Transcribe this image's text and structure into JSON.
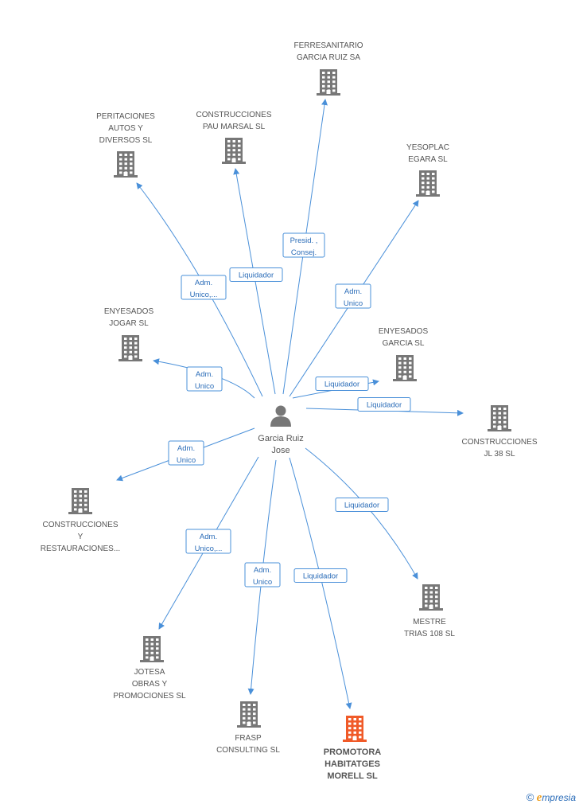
{
  "colors": {
    "edge": "#4a90d9",
    "building": "#777777",
    "building_highlight": "#f05a28",
    "person": "#777777"
  },
  "person": {
    "lines": [
      "Garcia Ruiz",
      "Jose"
    ],
    "icon": "person-icon"
  },
  "companies": [
    {
      "id": "ferresanitario",
      "lines": [
        "FERRESANITARIO",
        "GARCIA RUIZ SA"
      ]
    },
    {
      "id": "peritaciones",
      "lines": [
        "PERITACIONES",
        "AUTOS Y",
        "DIVERSOS  SL"
      ]
    },
    {
      "id": "pau-marsal",
      "lines": [
        "CONSTRUCCIONES",
        "PAU MARSAL SL"
      ]
    },
    {
      "id": "yesoplac",
      "lines": [
        "YESOPLAC",
        "EGARA SL"
      ]
    },
    {
      "id": "enyesados-jogar",
      "lines": [
        "ENYESADOS",
        "JOGAR SL"
      ]
    },
    {
      "id": "enyesados-garcia",
      "lines": [
        "ENYESADOS",
        "GARCIA SL"
      ]
    },
    {
      "id": "jl38",
      "lines": [
        "CONSTRUCCIONES",
        "JL 38 SL"
      ]
    },
    {
      "id": "restauraciones",
      "lines": [
        "CONSTRUCCIONES",
        "Y",
        "RESTAURACIONES..."
      ]
    },
    {
      "id": "mestre",
      "lines": [
        "MESTRE",
        "TRIAS 108 SL"
      ]
    },
    {
      "id": "jotesa",
      "lines": [
        "JOTESA",
        "OBRAS Y",
        "PROMOCIONES SL"
      ]
    },
    {
      "id": "frasp",
      "lines": [
        "FRASP",
        "CONSULTING SL"
      ]
    },
    {
      "id": "promotora",
      "lines": [
        "PROMOTORA",
        "HABITATGES",
        "MORELL SL"
      ],
      "highlight": true
    }
  ],
  "roles": [
    {
      "target": "ferresanitario",
      "lines": [
        "Presid. ,",
        "Consej."
      ]
    },
    {
      "target": "peritaciones",
      "lines": [
        "Adm.",
        "Unico,..."
      ]
    },
    {
      "target": "pau-marsal",
      "lines": [
        "Liquidador"
      ]
    },
    {
      "target": "yesoplac",
      "lines": [
        "Adm.",
        "Unico"
      ]
    },
    {
      "target": "enyesados-jogar",
      "lines": [
        "Adm.",
        "Unico"
      ]
    },
    {
      "target": "enyesados-garcia",
      "lines": [
        "Liquidador"
      ]
    },
    {
      "target": "jl38",
      "lines": [
        "Liquidador"
      ]
    },
    {
      "target": "restauraciones",
      "lines": [
        "Adm.",
        "Unico"
      ]
    },
    {
      "target": "mestre",
      "lines": [
        "Liquidador"
      ]
    },
    {
      "target": "jotesa",
      "lines": [
        "Adm.",
        "Unico,..."
      ]
    },
    {
      "target": "frasp",
      "lines": [
        "Adm.",
        "Unico"
      ]
    },
    {
      "target": "promotora",
      "lines": [
        "Liquidador"
      ]
    }
  ],
  "footer": {
    "copyright": "©",
    "brand_initial": "e",
    "brand_rest": "mpresia"
  }
}
